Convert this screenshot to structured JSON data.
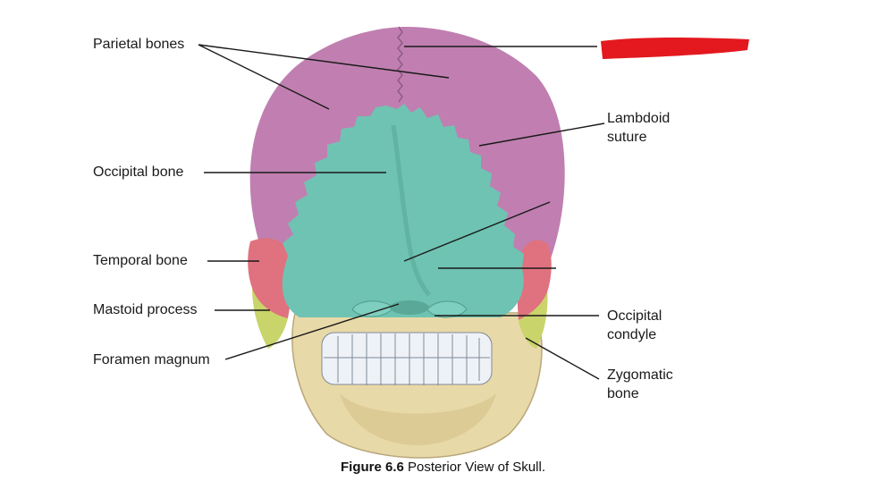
{
  "labels": {
    "parietal_bones": "Parietal bones",
    "occipital_bone": "Occipital bone",
    "temporal_bone": "Temporal bone",
    "mastoid_process": "Mastoid process",
    "foramen_magnum": "Foramen magnum",
    "lambdoid_suture_line1": "Lambdoid",
    "lambdoid_suture_line2": "suture",
    "occipital_condyle_line1": "Occipital",
    "occipital_condyle_line2": "condyle",
    "zygomatic_bone_line1": "Zygomatic",
    "zygomatic_bone_line2": "bone"
  },
  "caption": {
    "figure_number": "Figure 6.6",
    "text": "Posterior View of Skull."
  },
  "colors": {
    "parietal": "#c07fb0",
    "occipital": "#6fc3b2",
    "temporal": "#e0717f",
    "mastoid": "#c9d46a",
    "jaw": "#e8d9a8",
    "redaction": "#e3191f"
  }
}
